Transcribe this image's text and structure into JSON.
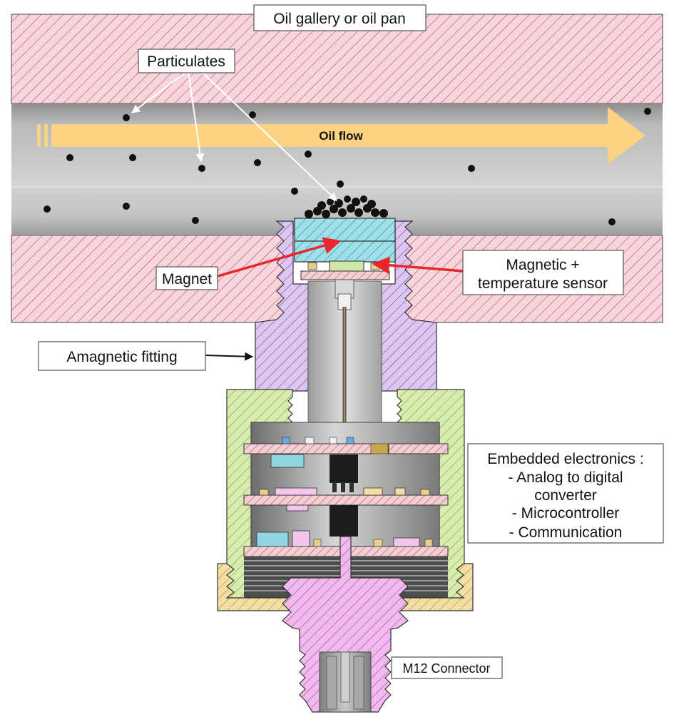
{
  "labels": {
    "oil_gallery": "Oil gallery or oil pan",
    "particulates": "Particulates",
    "oil_flow": "Oil flow",
    "magnet": "Magnet",
    "magnetic_sensor_line1": "Magnetic +",
    "magnetic_sensor_line2": "temperature sensor",
    "amagnetic_fitting": "Amagnetic fitting",
    "electronics_line1": "Embedded electronics :",
    "electronics_line2": "- Analog to digital",
    "electronics_line3": "converter",
    "electronics_line4": "- Microcontroller",
    "electronics_line5": "- Communication",
    "m12_connector": "M12 Connector"
  },
  "colors": {
    "wall_fill": "#f6d6dc",
    "wall_hatch": "#c23a4a",
    "oil_channel": "#bdbdbd",
    "flow_arrow": "#fcd383",
    "fitting_fill": "#dcc6f2",
    "magnet_fill": "#9fe0e8",
    "nut_fill": "#d9ecb0",
    "connector_fill": "#f2b9ef",
    "base_nut_fill": "#f3dfa4",
    "label_arrow_red": "#e8262b",
    "label_arrow_white": "#ffffff",
    "particle": "#111111"
  }
}
